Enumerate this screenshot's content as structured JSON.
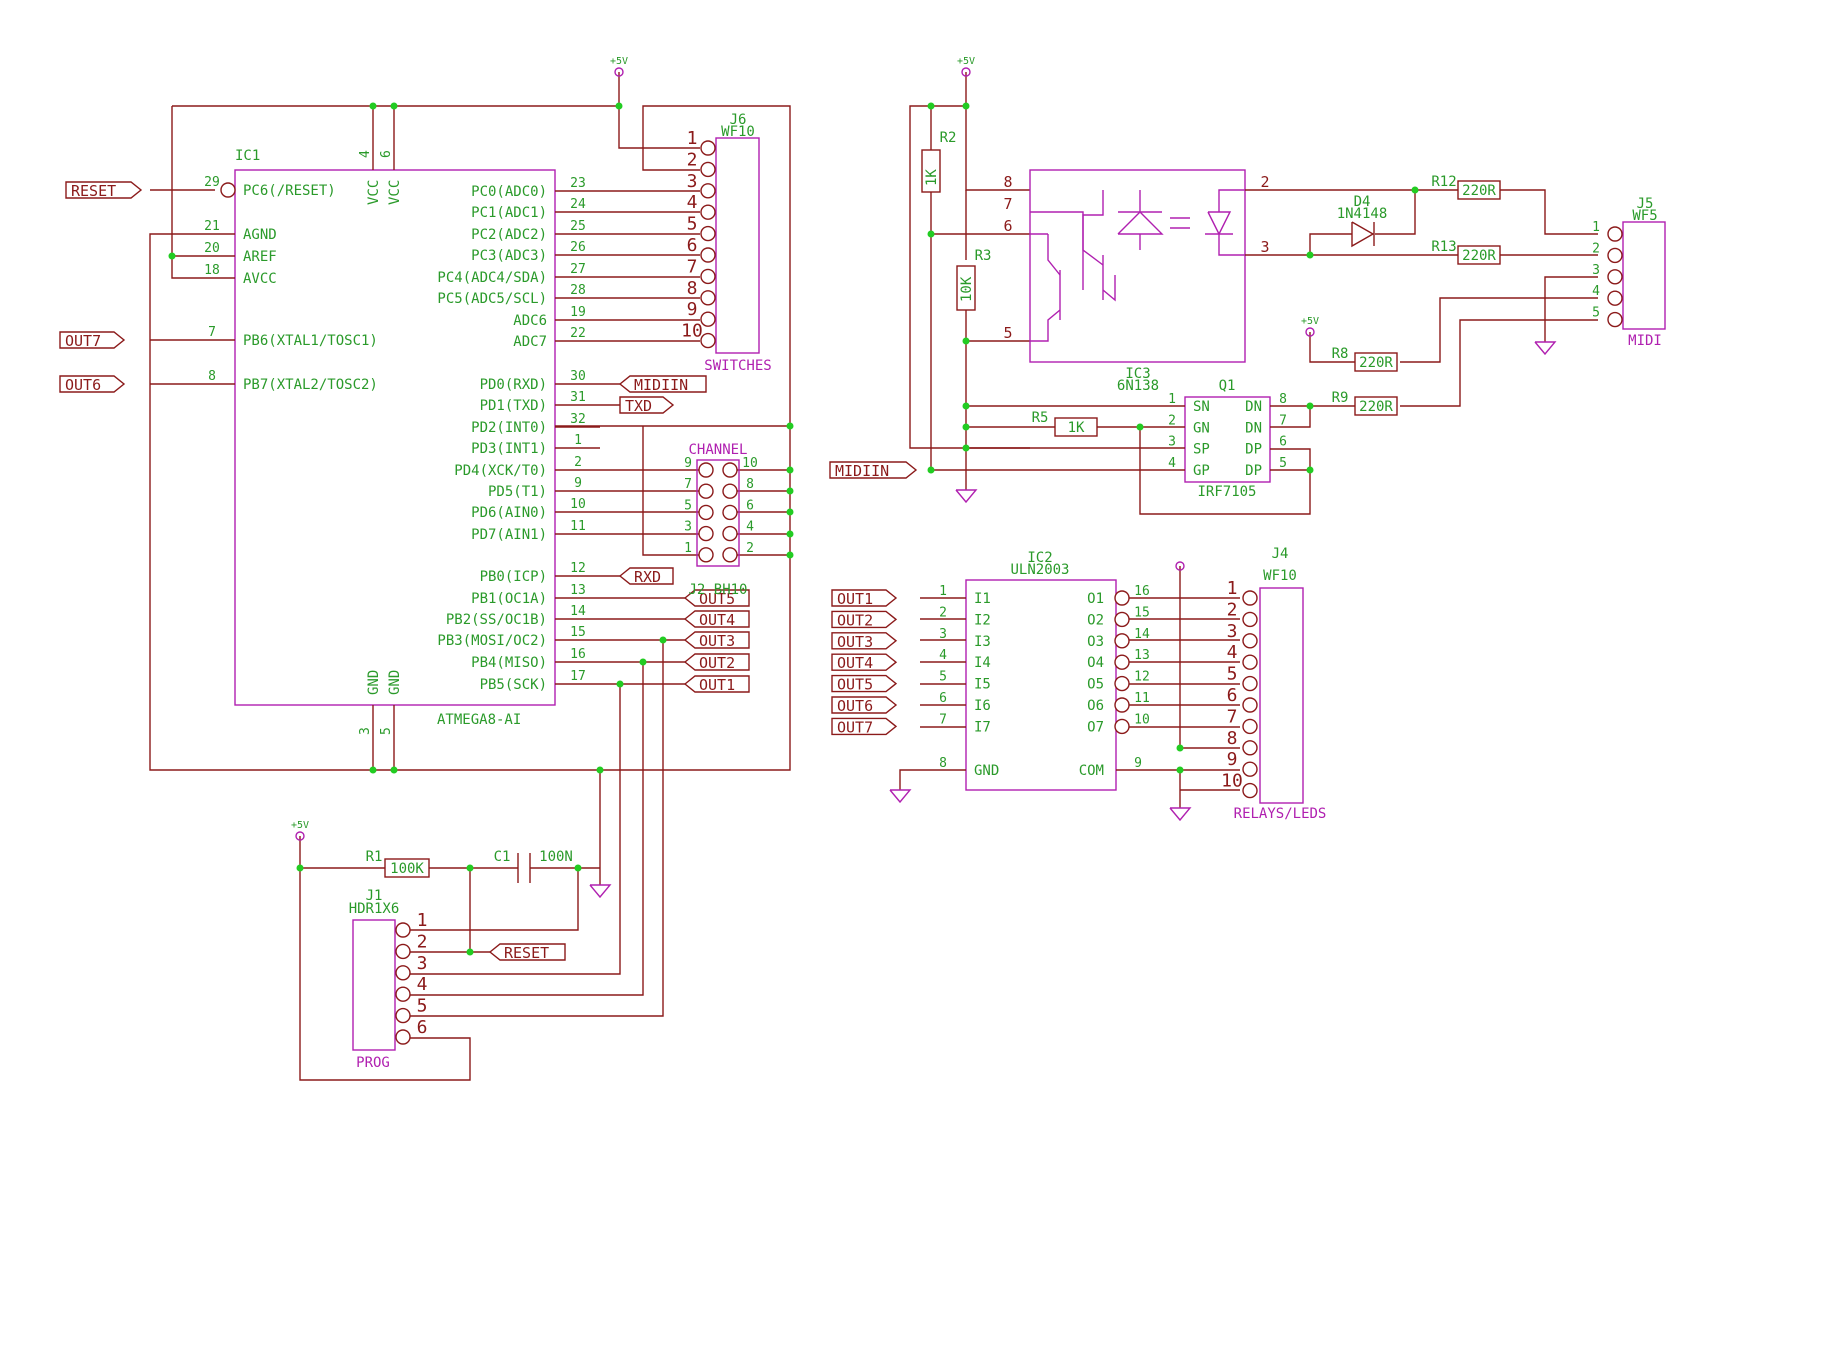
{
  "colors": {
    "wire": "#8b1a1a",
    "body": "#b020b0",
    "text": "#2a9a2a",
    "junction": "#22cc22"
  },
  "power_label": "+5V",
  "ic1": {
    "name": "IC1",
    "value": "ATMEGA8-AI",
    "left": [
      {
        "pin": "29",
        "name": "PC6(/RESET)"
      },
      {
        "pin": "21",
        "name": "AGND"
      },
      {
        "pin": "20",
        "name": "AREF"
      },
      {
        "pin": "18",
        "name": "AVCC"
      },
      {
        "pin": "7",
        "name": "PB6(XTAL1/TOSC1)"
      },
      {
        "pin": "8",
        "name": "PB7(XTAL2/TOSC2)"
      }
    ],
    "right": [
      {
        "pin": "23",
        "name": "PC0(ADC0)"
      },
      {
        "pin": "24",
        "name": "PC1(ADC1)"
      },
      {
        "pin": "25",
        "name": "PC2(ADC2)"
      },
      {
        "pin": "26",
        "name": "PC3(ADC3)"
      },
      {
        "pin": "27",
        "name": "PC4(ADC4/SDA)"
      },
      {
        "pin": "28",
        "name": "PC5(ADC5/SCL)"
      },
      {
        "pin": "19",
        "name": "ADC6"
      },
      {
        "pin": "22",
        "name": "ADC7"
      },
      {
        "pin": "30",
        "name": "PD0(RXD)"
      },
      {
        "pin": "31",
        "name": "PD1(TXD)"
      },
      {
        "pin": "32",
        "name": "PD2(INT0)"
      },
      {
        "pin": "1",
        "name": "PD3(INT1)"
      },
      {
        "pin": "2",
        "name": "PD4(XCK/T0)"
      },
      {
        "pin": "9",
        "name": "PD5(T1)"
      },
      {
        "pin": "10",
        "name": "PD6(AIN0)"
      },
      {
        "pin": "11",
        "name": "PD7(AIN1)"
      },
      {
        "pin": "12",
        "name": "PB0(ICP)"
      },
      {
        "pin": "13",
        "name": "PB1(OC1A)"
      },
      {
        "pin": "14",
        "name": "PB2(SS/OC1B)"
      },
      {
        "pin": "15",
        "name": "PB3(MOSI/OC2)"
      },
      {
        "pin": "16",
        "name": "PB4(MISO)"
      },
      {
        "pin": "17",
        "name": "PB5(SCK)"
      }
    ],
    "top": [
      {
        "pin": "4",
        "name": "VCC"
      },
      {
        "pin": "6",
        "name": "VCC"
      }
    ],
    "bottom": [
      {
        "pin": "3",
        "name": "GND"
      },
      {
        "pin": "5",
        "name": "GND"
      }
    ]
  },
  "labels": {
    "reset": "RESET",
    "out7": "OUT7",
    "out6": "OUT6",
    "midiin": "MIDIIN",
    "txd": "TXD",
    "rxd": "RXD",
    "out5": "OUT5",
    "out4": "OUT4",
    "out3": "OUT3",
    "out2": "OUT2",
    "out1": "OUT1"
  },
  "j6": {
    "name": "J6",
    "value": "WF10",
    "caption": "SWITCHES",
    "pins": [
      "1",
      "2",
      "3",
      "4",
      "5",
      "6",
      "7",
      "8",
      "9",
      "10"
    ]
  },
  "j2": {
    "caption": "CHANNEL",
    "name": "J2",
    "value": "BH10",
    "left_pins": [
      "9",
      "7",
      "5",
      "3",
      "1"
    ],
    "right_pins": [
      "10",
      "8",
      "6",
      "4",
      "2"
    ]
  },
  "prog": {
    "r1": "R1",
    "r1_value": "100K",
    "c1": "C1",
    "c1_value": "100N",
    "j1": "J1",
    "j1_value": "HDR1X6",
    "caption": "PROG",
    "pins": [
      "1",
      "2",
      "3",
      "4",
      "5",
      "6"
    ]
  },
  "midi": {
    "r2": "R2",
    "r2_value": "1K",
    "r3": "R3",
    "r3_value": "10K",
    "ic3": "IC3",
    "ic3_value": "6N138",
    "ic3_pins": [
      "8",
      "7",
      "6",
      "5",
      "2",
      "3"
    ],
    "d4": "D4",
    "d4_value": "1N4148",
    "r12": "R12",
    "r12_value": "220R",
    "r13": "R13",
    "r13_value": "220R",
    "r8": "R8",
    "r8_value": "220R",
    "r9": "R9",
    "r9_value": "220R",
    "r5": "R5",
    "r5_value": "1K",
    "q1": "Q1",
    "q1_value": "IRF7105",
    "q1_left": [
      {
        "pin": "1",
        "name": "SN"
      },
      {
        "pin": "2",
        "name": "GN"
      },
      {
        "pin": "3",
        "name": "SP"
      },
      {
        "pin": "4",
        "name": "GP"
      }
    ],
    "q1_right": [
      {
        "pin": "8",
        "name": "DN"
      },
      {
        "pin": "7",
        "name": "DN"
      },
      {
        "pin": "6",
        "name": "DP"
      },
      {
        "pin": "5",
        "name": "DP"
      }
    ],
    "j5": "J5",
    "j5_value": "WF5",
    "j5_caption": "MIDI",
    "j5_pins": [
      "1",
      "2",
      "3",
      "4",
      "5"
    ]
  },
  "ic2": {
    "name": "IC2",
    "value": "ULN2003",
    "inputs": [
      {
        "pin": "1",
        "name": "I1",
        "label": "OUT1"
      },
      {
        "pin": "2",
        "name": "I2",
        "label": "OUT2"
      },
      {
        "pin": "3",
        "name": "I3",
        "label": "OUT3"
      },
      {
        "pin": "4",
        "name": "I4",
        "label": "OUT4"
      },
      {
        "pin": "5",
        "name": "I5",
        "label": "OUT5"
      },
      {
        "pin": "6",
        "name": "I6",
        "label": "OUT6"
      },
      {
        "pin": "7",
        "name": "I7",
        "label": "OUT7"
      }
    ],
    "outputs": [
      {
        "pin": "16",
        "name": "O1"
      },
      {
        "pin": "15",
        "name": "O2"
      },
      {
        "pin": "14",
        "name": "O3"
      },
      {
        "pin": "13",
        "name": "O4"
      },
      {
        "pin": "12",
        "name": "O5"
      },
      {
        "pin": "11",
        "name": "O6"
      },
      {
        "pin": "10",
        "name": "O7"
      }
    ],
    "gnd": {
      "pin": "8",
      "name": "GND"
    },
    "com": {
      "pin": "9",
      "name": "COM"
    }
  },
  "j4": {
    "name": "J4",
    "value": "WF10",
    "caption": "RELAYS/LEDS",
    "pins": [
      "1",
      "2",
      "3",
      "4",
      "5",
      "6",
      "7",
      "8",
      "9",
      "10"
    ]
  }
}
